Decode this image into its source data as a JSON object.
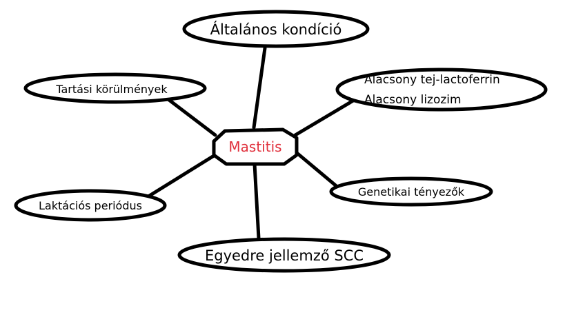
{
  "center": {
    "label": "Mastitis",
    "color": "#e0303c"
  },
  "nodes": {
    "top": {
      "label": "Általános kondíció"
    },
    "upper_left": {
      "label": "Tartási körülmények"
    },
    "upper_right": {
      "line1": "Alacsony tej-lactoferrin",
      "line2": "Alacsony lizozim"
    },
    "lower_right": {
      "label": "Genetikai tényezők"
    },
    "lower_left": {
      "label": "Laktációs periódus"
    },
    "bottom": {
      "label": "Egyedre jellemző SCC"
    }
  },
  "colors": {
    "stroke": "#000000",
    "background": "#ffffff",
    "text": "#000000"
  }
}
